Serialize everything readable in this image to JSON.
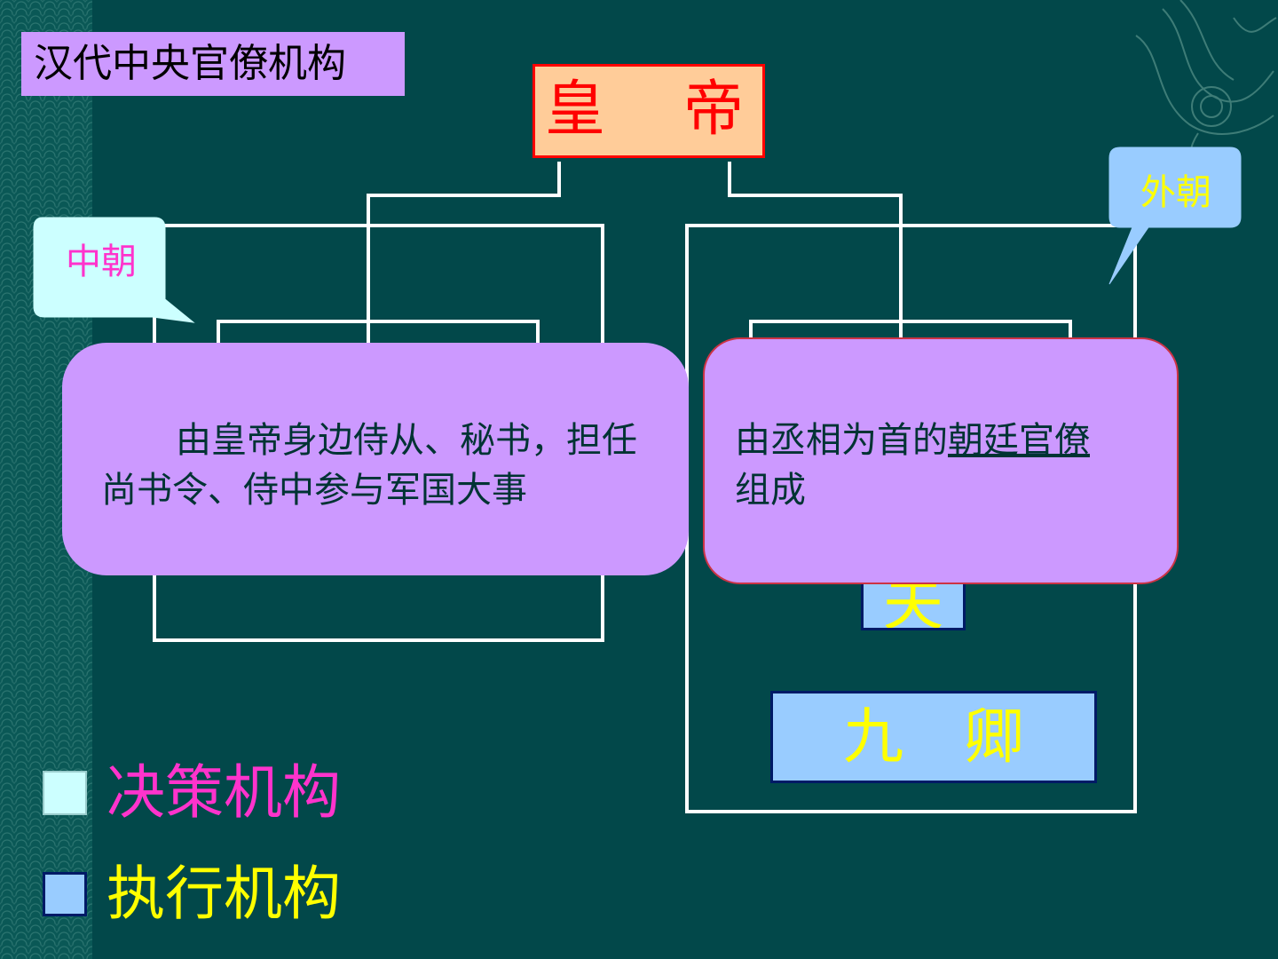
{
  "title": "汉代中央官僚机构",
  "emperor": "皇　帝",
  "inner_court": {
    "label": "中朝",
    "desc_line1": "由皇帝身边侍从、秘书，担任",
    "desc_line2": "尚书令、侍中参与军国大事"
  },
  "outer_court": {
    "label": "外朝",
    "desc_part1": "由丞相为首的",
    "desc_part2": "朝廷官僚",
    "desc_line2": "组成"
  },
  "sangong_visible": "夫",
  "jiuqing": "九　卿",
  "legend": [
    {
      "label": "决策机构",
      "swatch": "#ccffff",
      "text_color": "#ff33cc"
    },
    {
      "label": "执行机构",
      "swatch": "#99ccff",
      "text_color": "#ffff00"
    }
  ],
  "colors": {
    "background": "#02484a",
    "title_fill": "#cc99ff",
    "emperor_fill": "#ffcc99",
    "emperor_text": "#ff0000",
    "callout_fill": "#cc99ff",
    "inner_bubble_fill": "#ccffff",
    "outer_bubble_fill": "#99ccff",
    "connector": "#ffffff"
  }
}
